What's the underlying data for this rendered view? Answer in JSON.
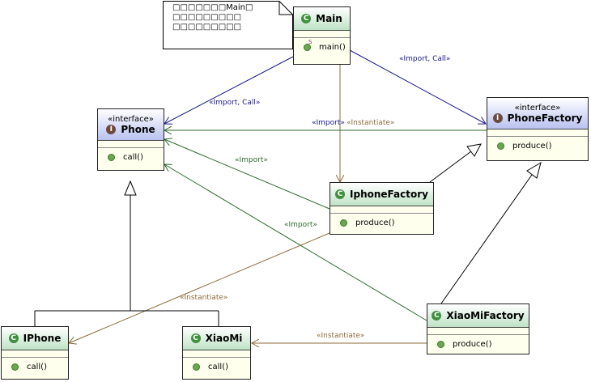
{
  "note": {
    "lines": [
      "□□□□□□□Main□",
      "□□□□□□□□□",
      "□□□□□□□□□"
    ]
  },
  "classes": {
    "main": {
      "name": "Main",
      "op": "main()",
      "op_modifier": "S"
    },
    "iphone_factory": {
      "name": "IphoneFactory",
      "op": "produce()"
    },
    "xiaomi_factory": {
      "name": "XiaoMiFactory",
      "op": "produce()"
    },
    "iphone": {
      "name": "IPhone",
      "op": "call()"
    },
    "xiaomi": {
      "name": "XiaoMi",
      "op": "call()"
    }
  },
  "interfaces": {
    "phone": {
      "stereotype": "«interface»",
      "name": "Phone",
      "op": "call()"
    },
    "phone_factory": {
      "stereotype": "«interface»",
      "name": "PhoneFactory",
      "op": "produce()"
    }
  },
  "labels": {
    "main_phone": "«Import, Call»",
    "main_factory": "«Import, Call»",
    "factory_phone_import": "«Import»",
    "factory_phone_instantiate": "«Instantiate»",
    "iphonefactory_phone": "«Import»",
    "xiaomifactory_phone": "«Import»",
    "iphonefactory_iphone": "«Instantiate»",
    "xiaomifactory_xiaomi": "«Instantiate»"
  },
  "colors": {
    "call_dependency": "#1a1a8c",
    "import_dependency": "#2e6b2e",
    "instantiate_dependency": "#8b6b3a",
    "class_header": "#bfe3c6",
    "interface_header": "#b9c2f0"
  }
}
